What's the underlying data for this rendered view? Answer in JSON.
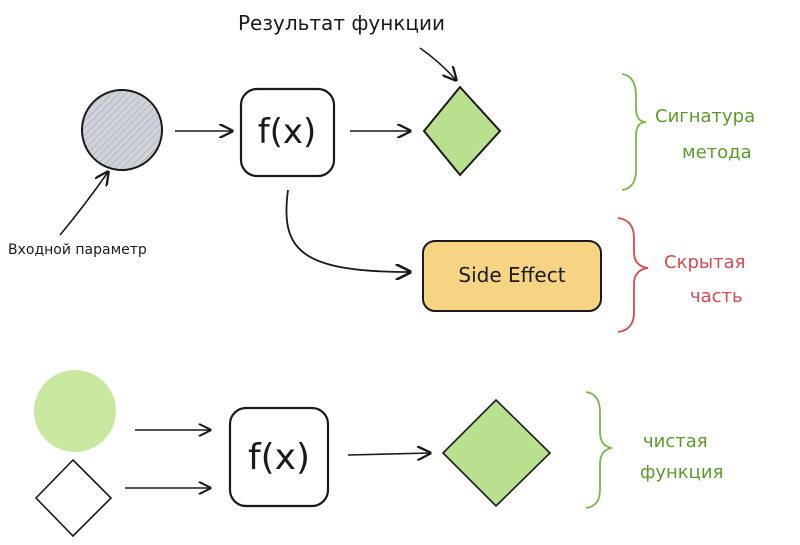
{
  "labels": {
    "result": "Результат функции",
    "input_param": "Входной параметр",
    "fx_top": "f(x)",
    "fx_bottom": "f(x)",
    "side_effect": "Side Effect",
    "signature_line1": "Сигнатура",
    "signature_line2": "метода",
    "hidden_line1": "Скрытая",
    "hidden_line2": "часть",
    "pure_line1": "чистая",
    "pure_line2": "функция"
  },
  "colors": {
    "stroke": "#1a1a1a",
    "input_fill": "#cfd2d8",
    "diamond_fill": "#b9e08f",
    "green_circle_fill": "#c8e79f",
    "side_effect_fill": "#f6d483",
    "green_text": "#5a9c2a",
    "red": "#d64a4a",
    "bracket_green": "#7ab844"
  }
}
